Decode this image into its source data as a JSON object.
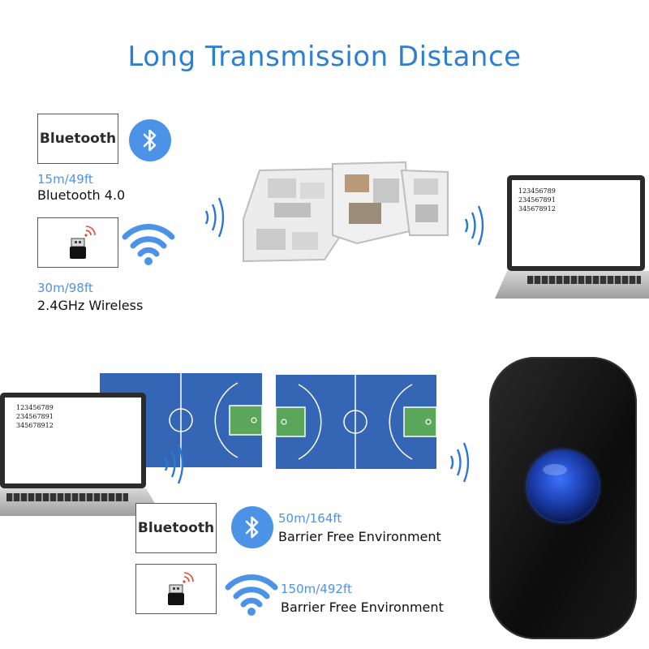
{
  "title": "Long Transmission Distance",
  "top": {
    "bluetooth_box": "Bluetooth",
    "bluetooth_distance": "15m/49ft",
    "bluetooth_version": "Bluetooth 4.0",
    "wireless_distance": "30m/98ft",
    "wireless_label": "2.4GHz Wireless",
    "laptop_lines": [
      "123456789",
      "234567891",
      "345678912"
    ]
  },
  "bottom": {
    "laptop_lines": [
      "123456789",
      "234567891",
      "345678912"
    ],
    "bluetooth_box": "Bluetooth",
    "bluetooth_distance": "50m/164ft",
    "bluetooth_env": "Barrier Free Environment",
    "wireless_distance": "150m/492ft",
    "wireless_env": "Barrier Free Environment"
  },
  "colors": {
    "title_blue": "#2d7fd0",
    "accent_blue": "#4c93e8",
    "court_blue": "#3566b5",
    "court_green": "#5aa65a",
    "signal_blue": "#2a78d4",
    "scanner_black": "#141414"
  }
}
